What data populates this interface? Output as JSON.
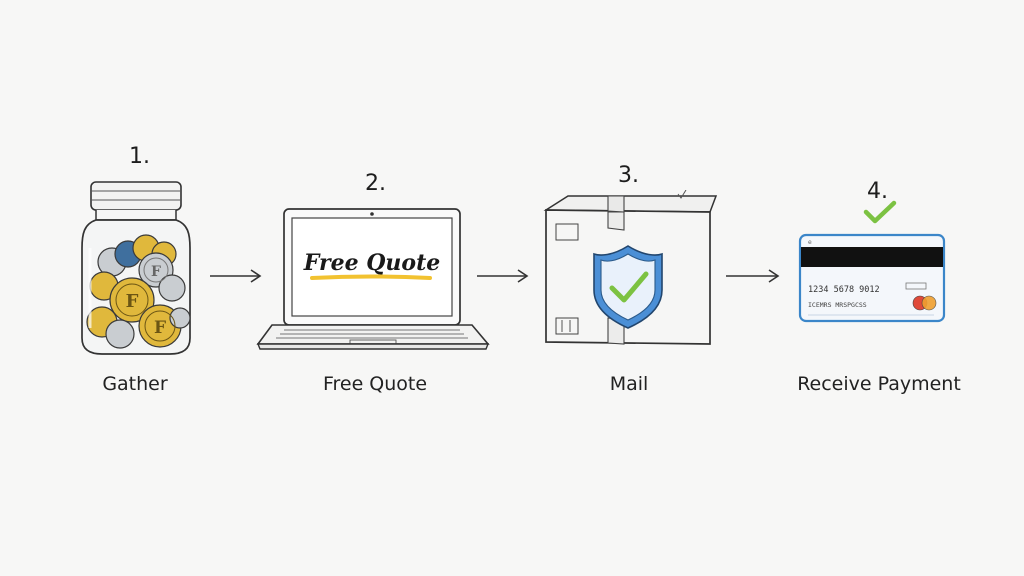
{
  "steps": [
    {
      "number": "1.",
      "label": "Gather"
    },
    {
      "number": "2.",
      "label": "Free Quote"
    },
    {
      "number": "3.",
      "label": "Mail"
    },
    {
      "number": "4.",
      "label": "Receive Payment"
    }
  ],
  "laptop": {
    "screen_text": "Free Quote"
  },
  "coins": {
    "letter": "F"
  },
  "card": {
    "number_text": "1234 5678 9012",
    "name_text": "ICEMRS MRSPGCSS"
  },
  "colors": {
    "gold": "#e0b83c",
    "silver": "#c9cdd1",
    "blue_coin": "#3f6f9e",
    "shield_blue": "#4b8fd6",
    "check_green": "#7cc242",
    "highlight_yellow": "#f2c230",
    "card_stripe": "#111111",
    "card_edge": "#3b86c9",
    "mastercard_red": "#e04a3a",
    "mastercard_orange": "#f0a030"
  },
  "icons": [
    "coin-jar-icon",
    "laptop-icon",
    "shipping-box-icon",
    "shield-check-icon",
    "credit-card-icon",
    "arrow-right-icon",
    "checkmark-icon"
  ]
}
